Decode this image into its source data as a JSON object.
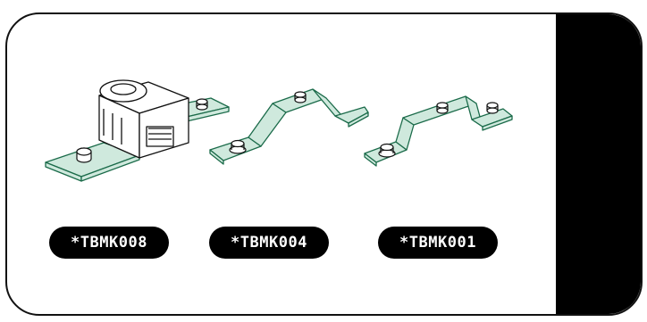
{
  "products": [
    {
      "code": "*TBMK008",
      "icon": "bracket-clamp-icon"
    },
    {
      "code": "*TBMK004",
      "icon": "bracket-z-icon"
    },
    {
      "code": "*TBMK001",
      "icon": "bracket-u-icon"
    }
  ],
  "colors": {
    "accent_fill": "#cfe9dd",
    "accent_stroke": "#1b6b4a",
    "panel": "#000000",
    "pill": "#000000",
    "pill_text": "#ffffff"
  }
}
